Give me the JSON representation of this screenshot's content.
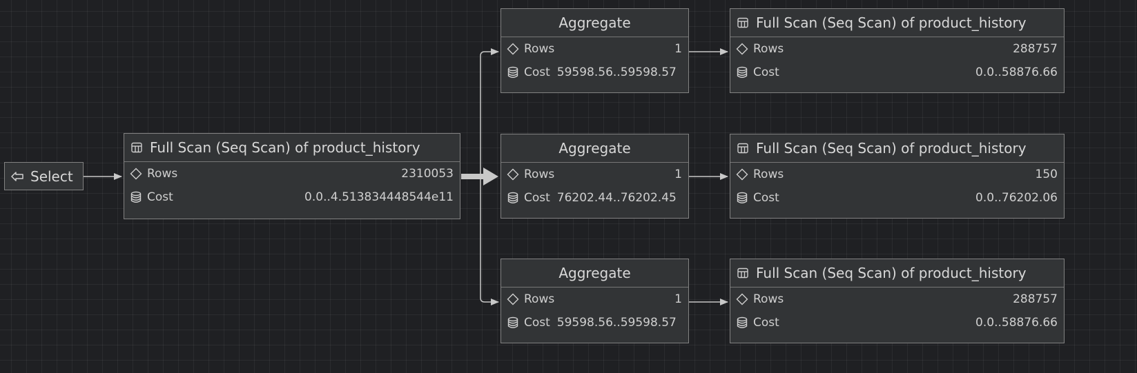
{
  "select": {
    "label": "Select",
    "icon": "arrow-left-icon"
  },
  "labels": {
    "rows": "Rows",
    "cost": "Cost"
  },
  "icons": {
    "table": "table-icon",
    "rows": "diamond-icon",
    "cost": "database-icon"
  },
  "colors": {
    "background": "#1f2023",
    "node": "#323436",
    "border": "#828282",
    "edge": "#c8c8c8"
  },
  "nodes": {
    "root_scan": {
      "title": "Full Scan (Seq Scan) of product_history",
      "rows": "2310053",
      "cost": "0.0..4.513834448544e11"
    },
    "agg_top": {
      "title": "Aggregate",
      "rows": "1",
      "cost": "59598.56..59598.57"
    },
    "agg_mid": {
      "title": "Aggregate",
      "rows": "1",
      "cost": "76202.44..76202.45"
    },
    "agg_bot": {
      "title": "Aggregate",
      "rows": "1",
      "cost": "59598.56..59598.57"
    },
    "scan_top": {
      "title": "Full Scan (Seq Scan) of product_history",
      "rows": "288757",
      "cost": "0.0..58876.66"
    },
    "scan_mid": {
      "title": "Full Scan (Seq Scan) of product_history",
      "rows": "150",
      "cost": "0.0..76202.06"
    },
    "scan_bot": {
      "title": "Full Scan (Seq Scan) of product_history",
      "rows": "288757",
      "cost": "0.0..58876.66"
    }
  }
}
